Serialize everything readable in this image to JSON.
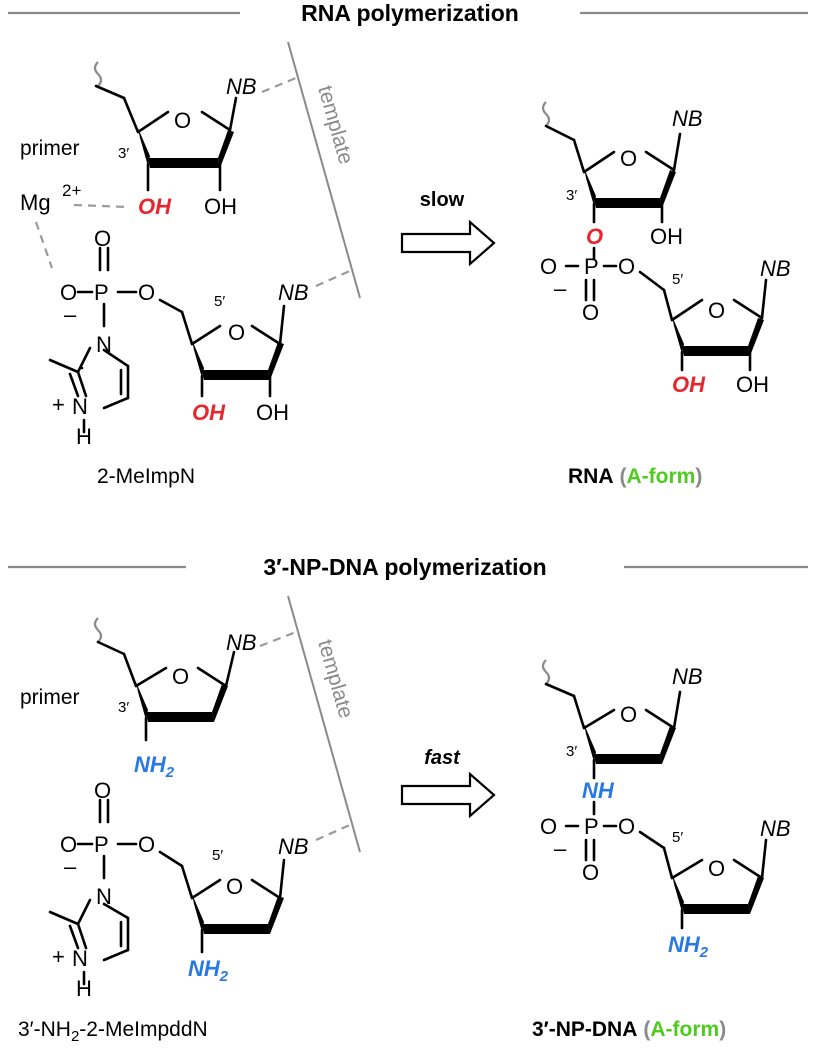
{
  "top": {
    "heading": "RNA polymerization",
    "primer_label": "primer",
    "template_label": "template",
    "mg": "Mg",
    "mg_charge": "2+",
    "arrow_label": "slow",
    "reactant_caption": "2-MeImpN",
    "product_caption_main": "RNA",
    "product_caption_open": "(",
    "product_caption_form": "A-form",
    "product_caption_close": ")",
    "nucleophile": "OH",
    "product_linker": "O",
    "product_terminal": "OH"
  },
  "bottom": {
    "heading": "3′-NP-DNA polymerization",
    "primer_label": "primer",
    "template_label": "template",
    "arrow_label": "fast",
    "reactant_caption_a": "3′-NH",
    "reactant_caption_sub": "2",
    "reactant_caption_b": "-2-MeImpddN",
    "product_caption_main": "3′-NP-DNA",
    "product_caption_open": "(",
    "product_caption_form": "A-form",
    "product_caption_close": ")",
    "nucleophile": "NH",
    "nucleophile_sub": "2",
    "product_linker": "NH",
    "product_terminal": "NH",
    "product_terminal_sub": "2"
  },
  "labels": {
    "nucleobase": "NB",
    "ring_oxygen": "O",
    "hydroxyl": "OH",
    "phosphorus": "P",
    "oxygen": "O",
    "o_minus": "O",
    "minus": "–",
    "nitrogen": "N",
    "plus": "+",
    "hydrogen": "H",
    "prime3": "3′",
    "prime5": "5′"
  },
  "colors": {
    "nucleophile_rna": "#e8262b",
    "nucleophile_dna": "#2a78e4",
    "a_form": "#4ecb1e",
    "rules": "#8a8a8a"
  }
}
